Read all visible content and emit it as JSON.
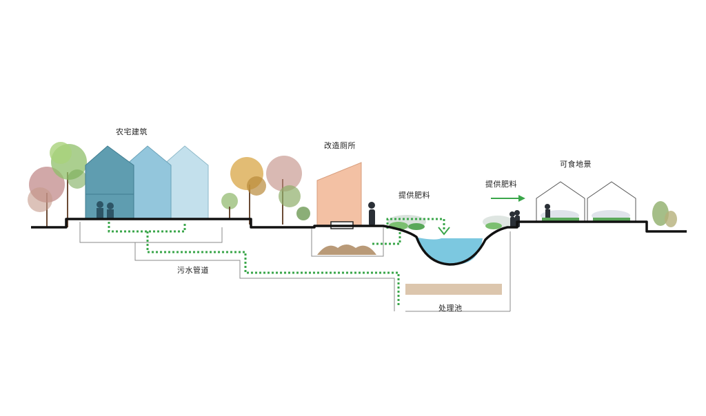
{
  "labels": {
    "farmhouse": "农宅建筑",
    "renovated_toilet": "改造厕所",
    "fertilizer_supply_1": "提供肥料",
    "fertilizer_supply_2": "提供肥料",
    "edible_landscape": "可食地景",
    "sewage_pipe": "污水管道",
    "treatment_pool": "处理池"
  },
  "colors": {
    "ground": "#111111",
    "pipe": "#3aa64a",
    "house_dark": "#5f9db0",
    "house_mid": "#93c6dc",
    "house_light": "#c3e0ec",
    "toilet": "#f3c1a4",
    "water": "#7cc8e0",
    "soil": "#b99a78",
    "treatment": "#dcc6ad"
  }
}
